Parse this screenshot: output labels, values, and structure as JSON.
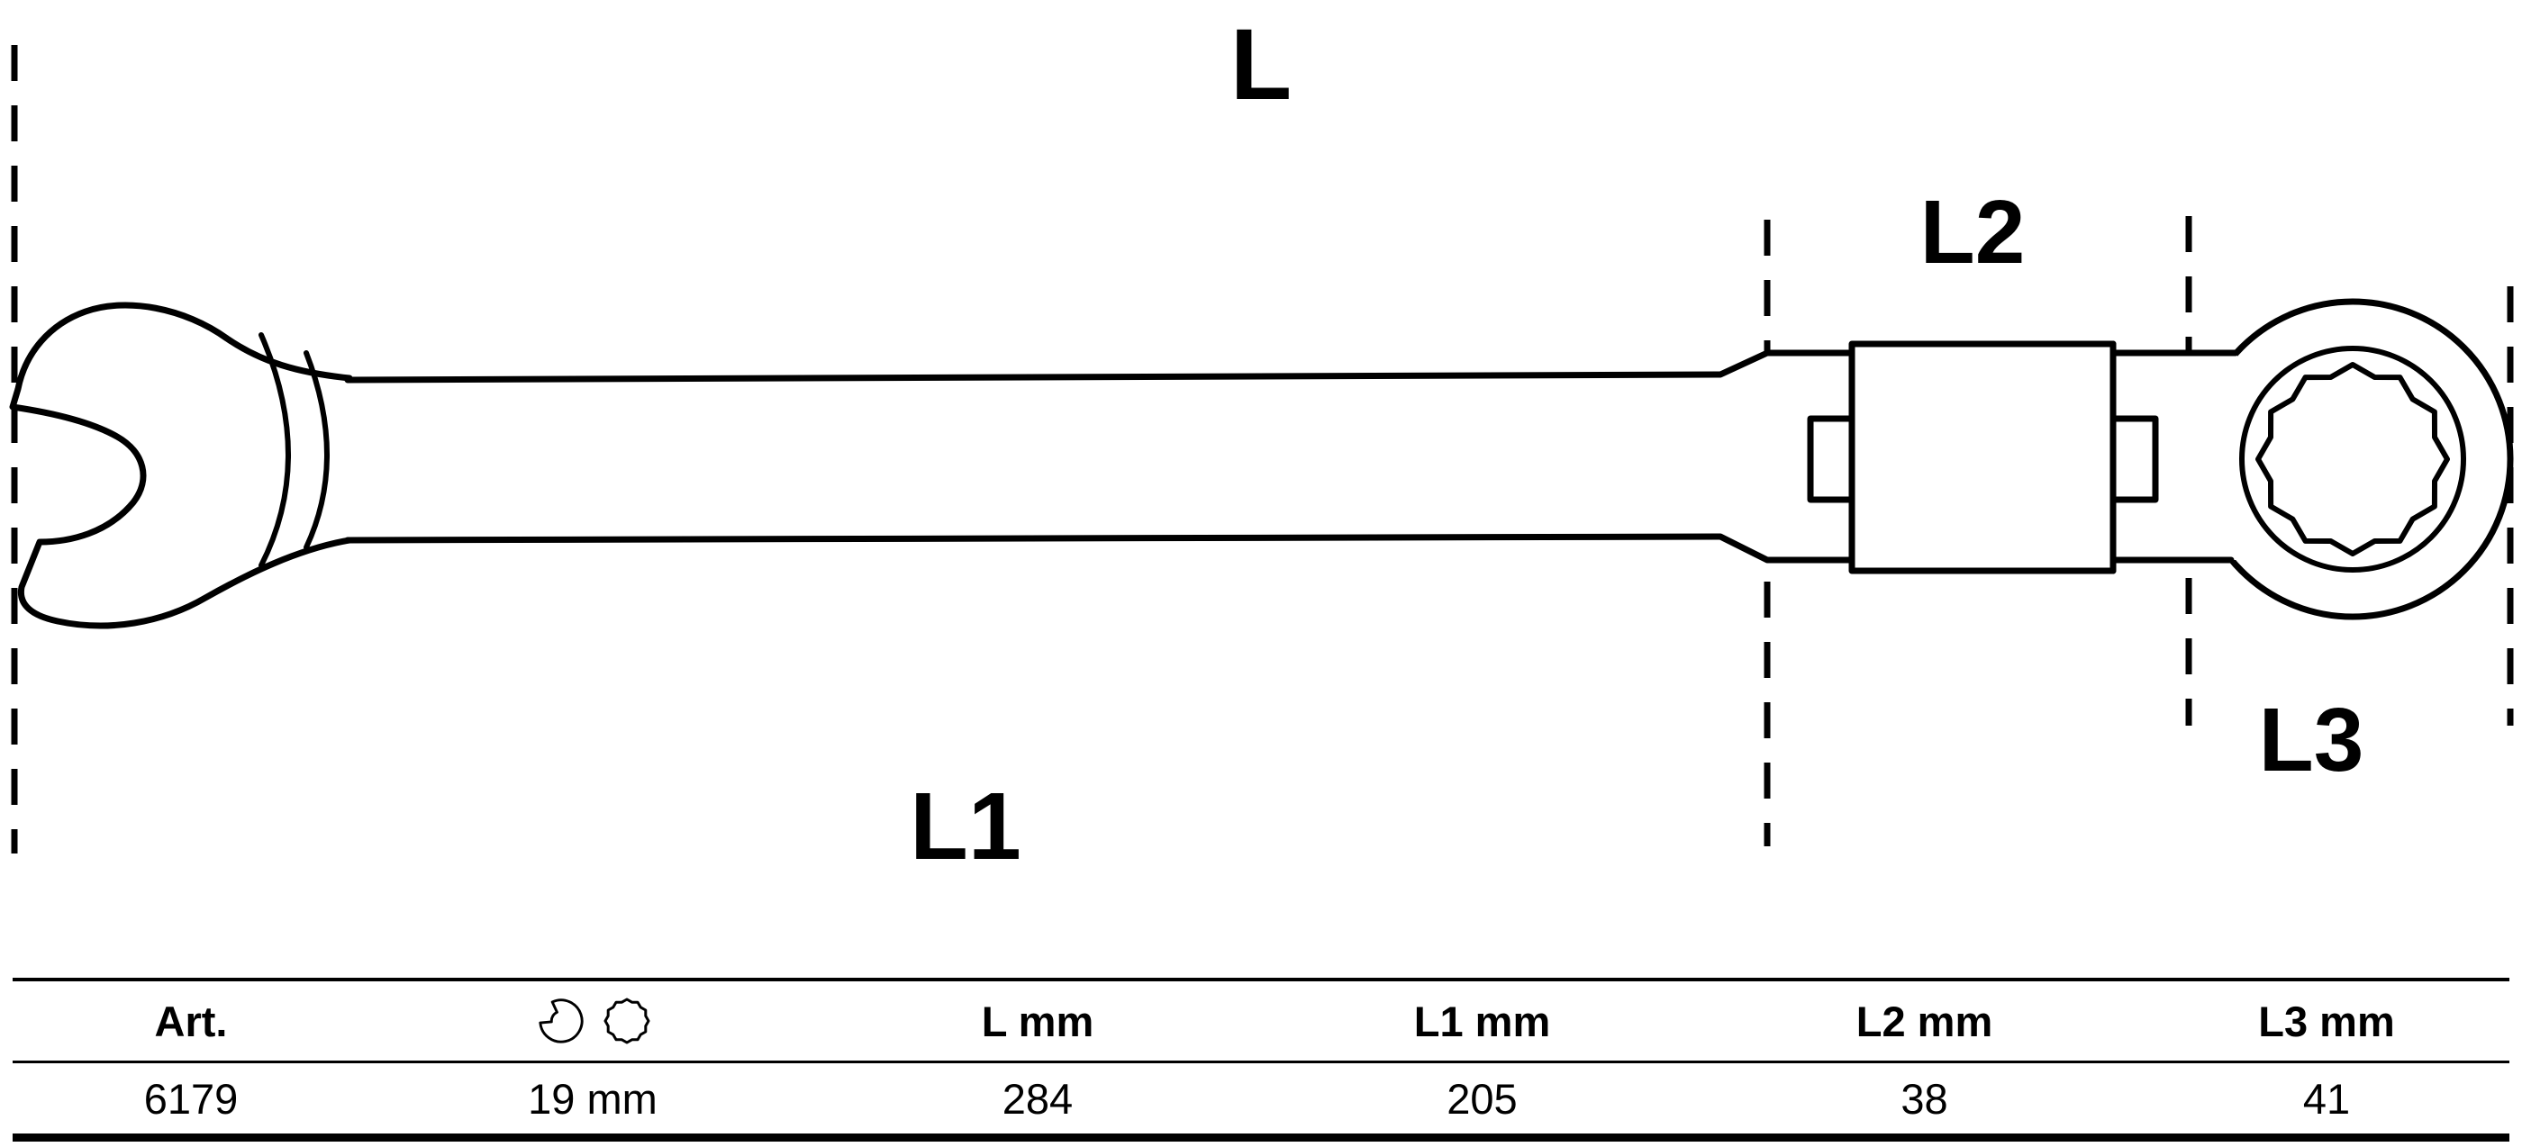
{
  "diagram": {
    "label_l": "L",
    "label_l1": "L1",
    "label_l2": "L2",
    "label_l3": "L3"
  },
  "table": {
    "headers": {
      "art": "Art.",
      "size_icons": {
        "open_end": "open-end-wrench-icon",
        "ring": "ring-12-point-icon"
      },
      "l": "L mm",
      "l1": "L1 mm",
      "l2": "L2 mm",
      "l3": "L3 mm"
    },
    "values": {
      "art": "6179",
      "size": "19 mm",
      "l": "284",
      "l1": "205",
      "l2": "38",
      "l3": "41"
    }
  },
  "colors": {
    "ink": "#000000",
    "background": "#ffffff"
  }
}
